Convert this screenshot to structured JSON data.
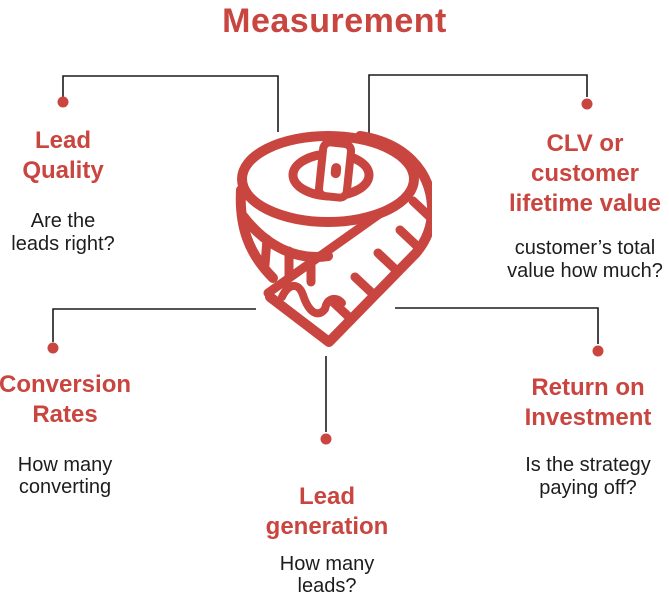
{
  "title": "Measurement",
  "colors": {
    "accent": "#c9453f",
    "ink": "#1d1d1f",
    "line": "#1b1b1b",
    "background": "#ffffff"
  },
  "center_icon": "measuring-tape",
  "nodes": {
    "lead_quality": {
      "title": "Lead\nQuality",
      "desc": "Are the\nleads right?"
    },
    "clv": {
      "title": "CLV or\ncustomer\nlifetime value",
      "desc": "customer’s total\nvalue how much?"
    },
    "conversion_rates": {
      "title": "Conversion\nRates",
      "desc": "How many\nconverting"
    },
    "lead_generation": {
      "title": "Lead\ngeneration",
      "desc": "How many\nleads?"
    },
    "return_on_investment": {
      "title": "Return on\nInvestment",
      "desc": "Is the strategy\npaying off?"
    }
  }
}
